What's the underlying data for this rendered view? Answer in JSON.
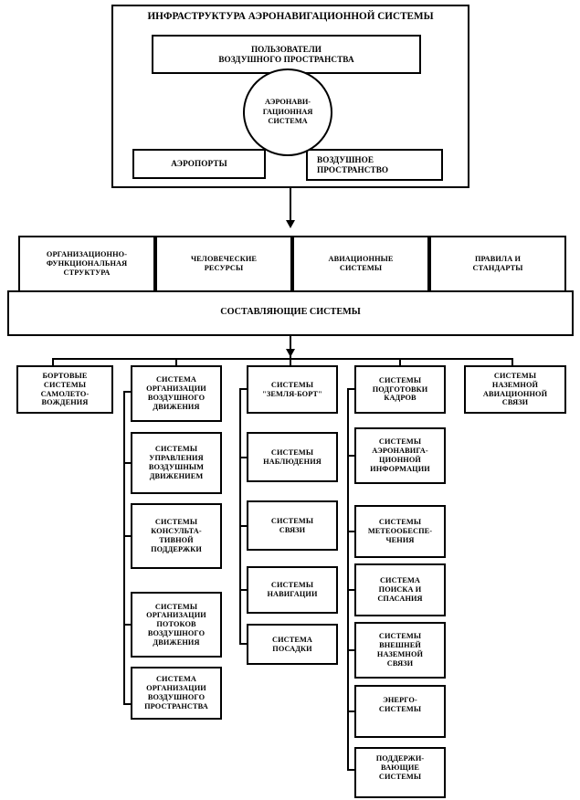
{
  "diagram": {
    "title": "ИНФРАСТРУКТУРА АЭРОНАВИГАЦИОННОЙ СИСТЕМЫ",
    "top_block": {
      "users_box": "ПОЛЬЗОВАТЕЛИ\nВОЗДУШНОГО ПРОСТРАНСТВА",
      "center_circle": "АЭРОНАВИ-\nГАЦИОННАЯ\nСИСТЕМА",
      "airports_box": "АЭРОПОРТЫ",
      "airspace_box": "ВОЗДУШНОЕ\nПРОСТРАНСТВО"
    },
    "components_row": [
      "ОРГАНИЗАЦИОННО-\nФУНКЦИОНАЛЬНАЯ\nСТРУКТУРА",
      "ЧЕЛОВЕЧЕСКИЕ\nРЕСУРСЫ",
      "АВИАЦИОННЫЕ\nСИСТЕМЫ",
      "ПРАВИЛА И\nСТАНДАРТЫ"
    ],
    "components_band_label": "СОСТАВЛЯЮЩИЕ СИСТЕМЫ",
    "columns": [
      {
        "head": "БОРТОВЫЕ\nСИСТЕМЫ\nСАМОЛЕТО-\nВОЖДЕНИЯ",
        "children": []
      },
      {
        "head": "СИСТЕМА\nОРГАНИЗАЦИИ\nВОЗДУШНОГО\nДВИЖЕНИЯ",
        "children": [
          "СИСТЕМЫ\nУПРАВЛЕНИЯ\nВОЗДУШНЫМ\nДВИЖЕНИЕМ",
          "СИСТЕМЫ\nКОНСУЛЬТА-\nТИВНОЙ\nПОДДЕРЖКИ",
          "СИСТЕМЫ\nОРГАНИЗАЦИИ\nПОТОКОВ\nВОЗДУШНОГО\nДВИЖЕНИЯ",
          "СИСТЕМА\nОРГАНИЗАЦИИ\nВОЗДУШНОГО\nПРОСТРАНСТВА"
        ]
      },
      {
        "head": "СИСТЕМЫ\n\"ЗЕМЛЯ-БОРТ\"",
        "children": [
          "СИСТЕМЫ\nНАБЛЮДЕНИЯ",
          "СИСТЕМЫ\nСВЯЗИ",
          "СИСТЕМЫ\nНАВИГАЦИИ",
          "СИСТЕМА\nПОСАДКИ"
        ]
      },
      {
        "head": "СИСТЕМЫ\nПОДГОТОВКИ\nКАДРОВ",
        "children": [
          "СИСТЕМЫ\nАЭРОНАВИГА-\nЦИОННОЙ\nИНФОРМАЦИИ",
          "СИСТЕМЫ\nМЕТЕООБЕСПЕ-\nЧЕНИЯ",
          "СИСТЕМА\nПОИСКА И\nСПАСАНИЯ",
          "СИСТЕМЫ\nВНЕШНЕЙ\nНАЗЕМНОЙ\nСВЯЗИ",
          "ЭНЕРГО-\nСИСТЕМЫ",
          "ПОДДЕРЖИ-\nВАЮЩИЕ\nСИСТЕМЫ"
        ]
      },
      {
        "head": "СИСТЕМЫ\nНАЗЕМНОЙ\nАВИАЦИОННОЙ\nСВЯЗИ",
        "children": []
      }
    ],
    "colors": {
      "line": "#000000",
      "background": "#ffffff",
      "text": "#000000"
    }
  }
}
